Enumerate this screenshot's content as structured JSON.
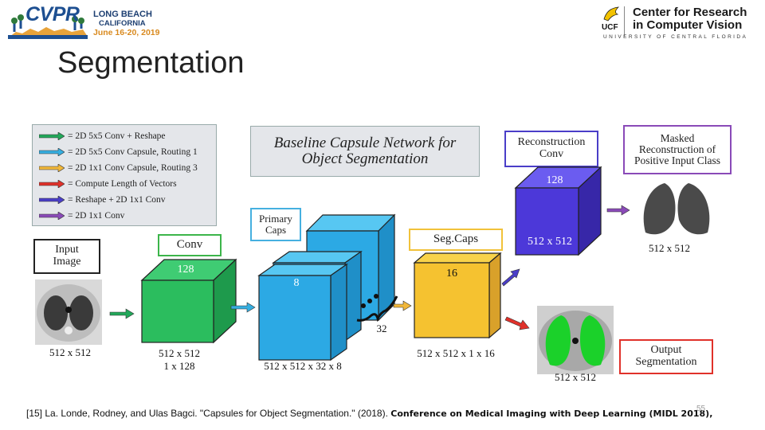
{
  "header": {
    "cvpr_logo_text": "CVPR",
    "cvpr_location_line1": "LONG BEACH",
    "cvpr_location_line2": "CALIFORNIA",
    "cvpr_dates": "June 16-20, 2019",
    "ucf_logo_text": "UCF",
    "crcv_line1": "Center for Research",
    "crcv_line2": "in Computer Vision",
    "university_line": "UNIVERSITY OF CENTRAL FLORIDA"
  },
  "slide": {
    "title": "Segmentation",
    "footer_citation_plain": "[15] La. Londe, Rodney, and Ulas Bagci. \"Capsules for Object Segmentation.\" (2018).",
    "footer_citation_bold": "Conference on Medical Imaging with Deep Learning (MIDL 2018),",
    "page_number": "55"
  },
  "diagram": {
    "title": "Baseline Capsule Network for Object Segmentation",
    "legend": [
      {
        "label": "= 2D 5x5 Conv + Reshape",
        "color": "#22a85a"
      },
      {
        "label": "= 2D 5x5 Conv Capsule, Routing 1",
        "color": "#36aee0"
      },
      {
        "label": "= 2D 1x1 Conv Capsule, Routing 3",
        "color": "#f1b73a"
      },
      {
        "label": "= Compute Length of Vectors",
        "color": "#e0312a"
      },
      {
        "label": "= Reshape + 2D 1x1 Conv",
        "color": "#4a3ec8"
      },
      {
        "label": "= 2D 1x1 Conv",
        "color": "#8a4ab8"
      }
    ],
    "input_box": "Input Image",
    "input_size": "512 x 512",
    "conv_box": "Conv",
    "conv_depth": "128",
    "conv_size_line1": "512 x 512",
    "conv_size_line2": "1 x 128",
    "primary_caps_box": "Primary Caps",
    "primary_caps_depth": "8",
    "primary_caps_count": "32",
    "primary_caps_size": "512 x 512 x 32 x 8",
    "segcaps_box": "Seg.Caps",
    "segcaps_depth": "16",
    "segcaps_size": "512 x 512 x 1 x 16",
    "recon_box": "Reconstruction Conv",
    "recon_depth": "128",
    "recon_size": "512 x 512",
    "masked_box": "Masked Reconstruction of Positive Input Class",
    "masked_size": "512 x 512",
    "output_box": "Output Segmentation",
    "output_size": "512 x 512"
  }
}
